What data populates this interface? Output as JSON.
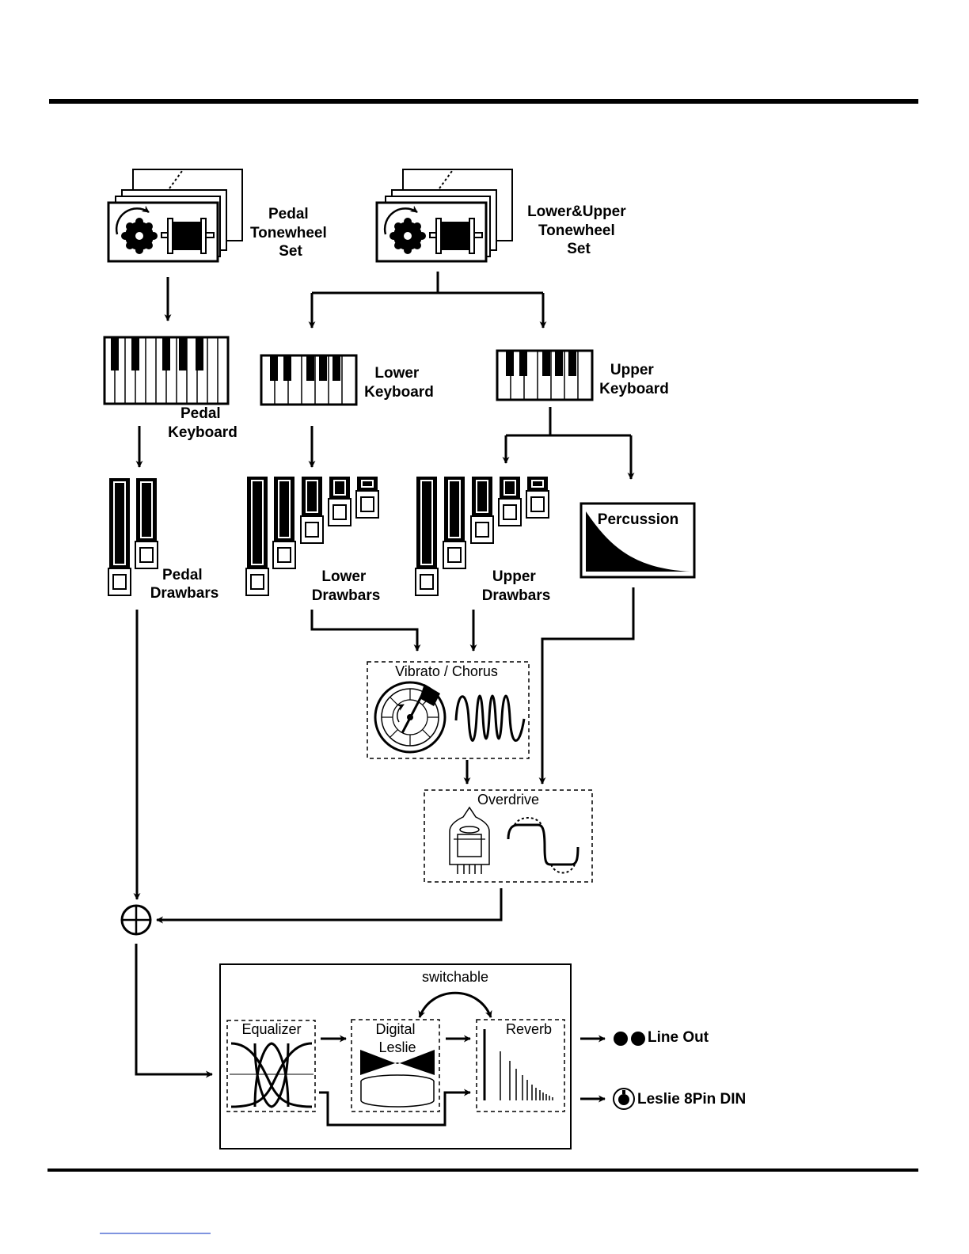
{
  "tonewheels": {
    "pedal_label": [
      "Pedal",
      "Tonewheel",
      "Set"
    ],
    "lower_upper_label": [
      "Lower&Upper",
      "Tonewheel",
      "Set"
    ]
  },
  "keyboards": {
    "pedal_label": [
      "Pedal",
      "Keyboard"
    ],
    "lower_label": [
      "Lower",
      "Keyboard"
    ],
    "upper_label": [
      "Upper",
      "Keyboard"
    ]
  },
  "drawbars": {
    "pedal_label": [
      "Pedal",
      "Drawbars"
    ],
    "lower_label": [
      "Lower",
      "Drawbars"
    ],
    "upper_label": [
      "Upper",
      "Drawbars"
    ]
  },
  "percussion": {
    "label": "Percussion"
  },
  "vibrato": {
    "label": "Vibrato / Chorus"
  },
  "overdrive": {
    "label": "Overdrive"
  },
  "effects": {
    "switchable_label": "switchable",
    "equalizer_label": "Equalizer",
    "leslie_label": [
      "Digital",
      "Leslie"
    ],
    "reverb_label": "Reverb"
  },
  "outputs": {
    "line_out": "Line Out",
    "leslie_din": "Leslie 8Pin DIN"
  }
}
